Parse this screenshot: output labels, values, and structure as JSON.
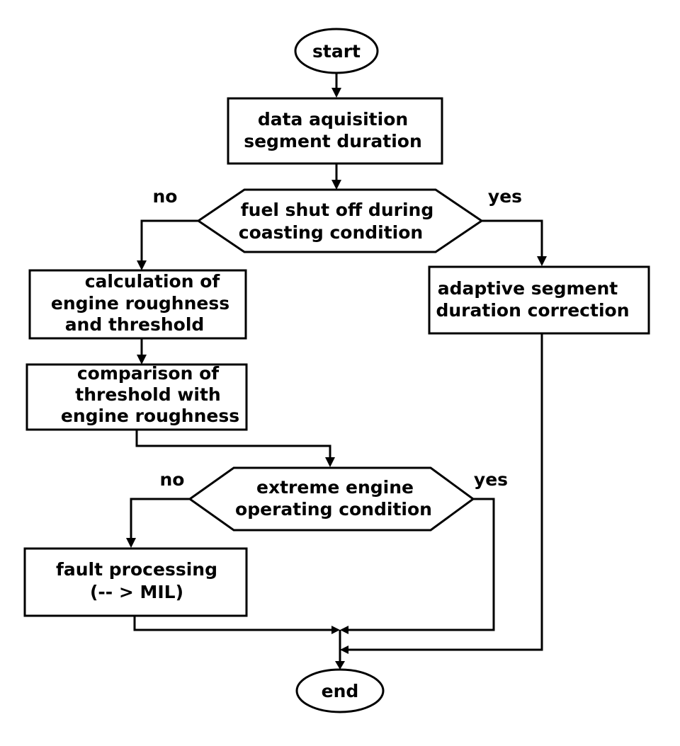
{
  "nodes": {
    "start": "start",
    "acquisition": [
      "data aquisition",
      "segment duration"
    ],
    "fuel_decision": [
      "fuel shut off during",
      "coasting condition"
    ],
    "calculation": [
      "calculation of",
      "engine roughness",
      "and threshold"
    ],
    "comparison": [
      "comparison of",
      "threshold with",
      "engine roughness"
    ],
    "adaptive": [
      "adaptive segment",
      "duration correction"
    ],
    "extreme_decision": [
      "extreme engine",
      "operating condition"
    ],
    "fault": [
      "fault processing",
      "(-- > MIL)"
    ],
    "end": "end"
  },
  "labels": {
    "fuel_no": "no",
    "fuel_yes": "yes",
    "extreme_no": "no",
    "extreme_yes": "yes"
  }
}
